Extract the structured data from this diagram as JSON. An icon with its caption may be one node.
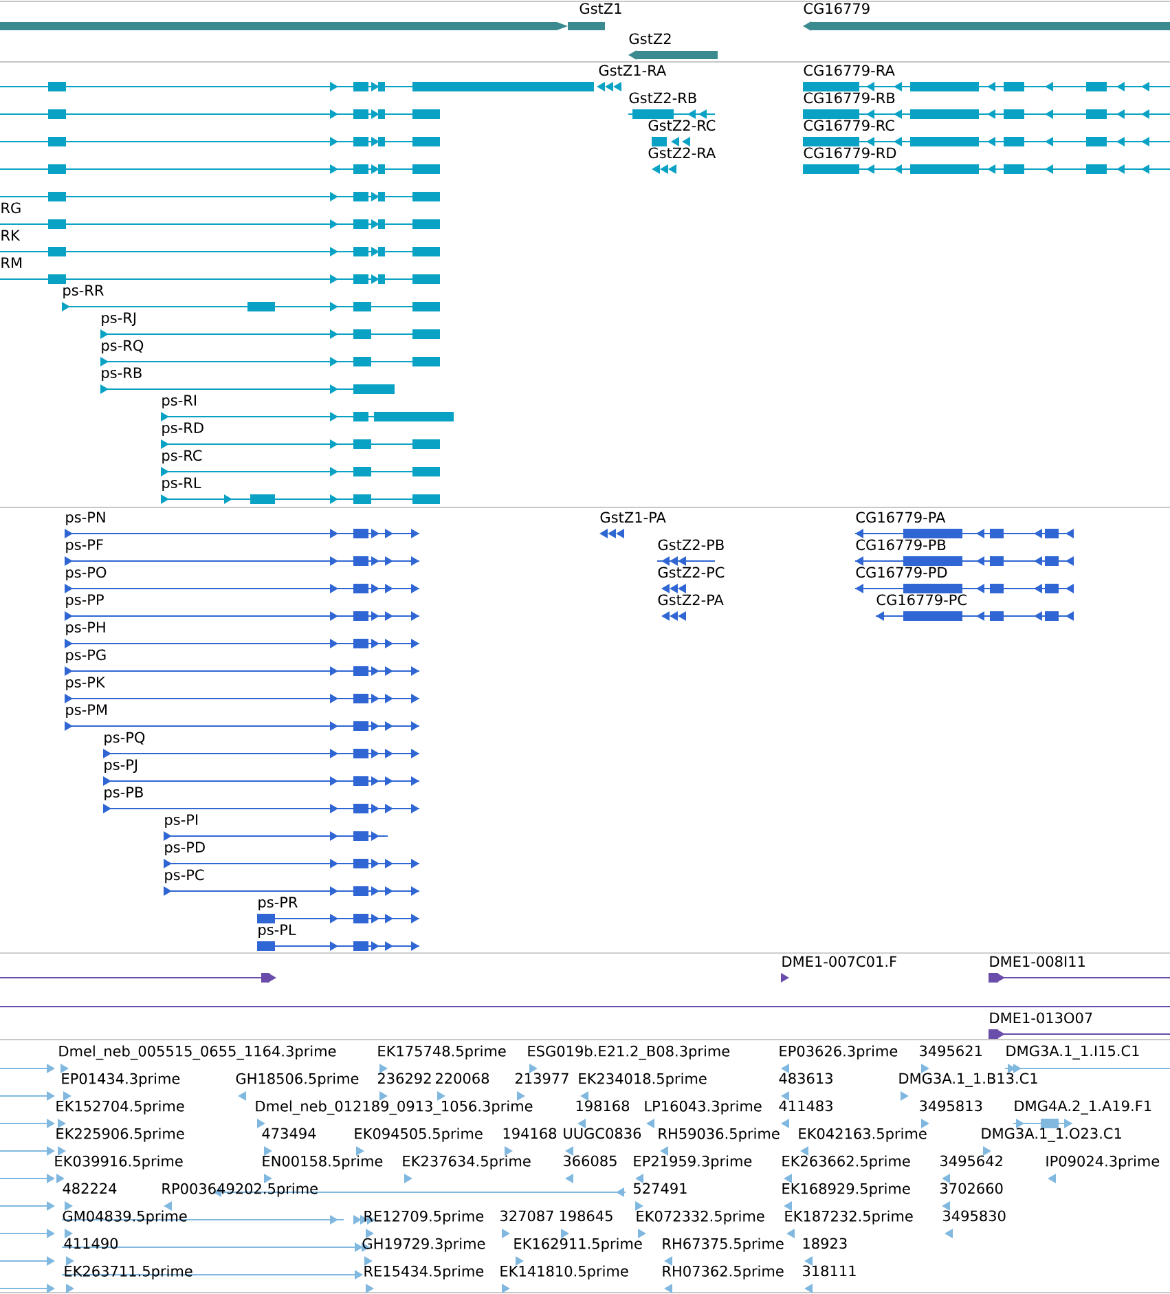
{
  "diagram": {
    "labels": [
      "GstZ1",
      "CG16779",
      "GstZ2",
      "GstZ1-RA",
      "CG16779-RA",
      "GstZ2-RB",
      "CG16779-RB",
      "GstZ2-RC",
      "CG16779-RC",
      "GstZ2-RA",
      "CG16779-RD",
      "RG",
      "RK",
      "RM",
      "ps-RR",
      "ps-RJ",
      "ps-RQ",
      "ps-RB",
      "ps-RI",
      "ps-RD",
      "ps-RC",
      "ps-RL",
      "ps-PN",
      "GstZ1-PA",
      "CG16779-PA",
      "ps-PF",
      "GstZ2-PB",
      "CG16779-PB",
      "ps-PO",
      "GstZ2-PC",
      "CG16779-PD",
      "ps-PP",
      "GstZ2-PA",
      "CG16779-PC",
      "ps-PH",
      "ps-PG",
      "ps-PK",
      "ps-PM",
      "ps-PQ",
      "ps-PJ",
      "ps-PB",
      "ps-PI",
      "ps-PD",
      "ps-PC",
      "ps-PR",
      "ps-PL",
      "DME1-007C01.F",
      "DME1-008I11",
      "DME1-013O07",
      "Dmel_neb_005515_0655_1164.3prime",
      "EK175748.5prime",
      "ESG019b.E21.2_B08.3prime",
      "EP03626.3prime",
      "3495621",
      "DMG3A.1_1.I15.C1",
      "EP01434.3prime",
      "GH18506.5prime",
      "236292",
      "220068",
      "213977",
      "EK234018.5prime",
      "483613",
      "DMG3A.1_1.B13.C1",
      "EK152704.5prime",
      "Dmel_neb_012189_0913_1056.3prime",
      "198168",
      "LP16043.3prime",
      "411483",
      "3495813",
      "DMG4A.2_1.A19.F1",
      "EK225906.5prime",
      "473494",
      "EK094505.5prime",
      "194168",
      "UUGC0836",
      "RH59036.5prime",
      "EK042163.5prime",
      "DMG3A.1_1.O23.C1",
      "EK039916.5prime",
      "EN00158.5prime",
      "EK237634.5prime",
      "366085",
      "EP21959.3prime",
      "EK263662.5prime",
      "3495642",
      "IP09024.3prime",
      "482224",
      "RP003649202.5prime",
      "527491",
      "EK168929.5prime",
      "3702660",
      "GM04839.5prime",
      "RE12709.5prime",
      "327087",
      "198645",
      "EK072332.5prime",
      "EK187232.5prime",
      "3495830",
      "411490",
      "GH19729.3prime",
      "EK162911.5prime",
      "RH67375.5prime",
      "18923",
      "EK263711.5prime",
      "RE15434.5prime",
      "EK141810.5prime",
      "RH07362.5prime",
      "318111"
    ]
  }
}
